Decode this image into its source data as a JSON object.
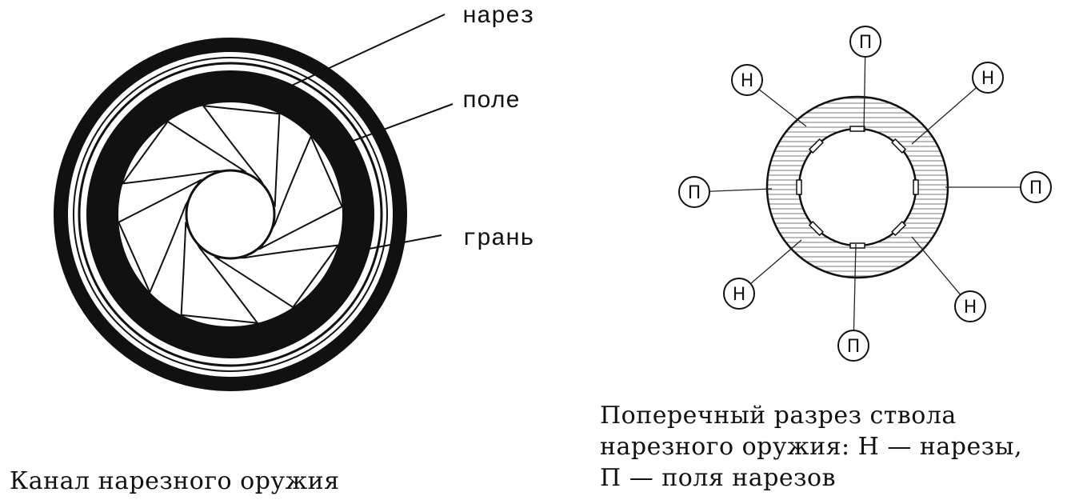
{
  "left_diagram": {
    "labels": {
      "groove": "нарез",
      "land": "поле",
      "edge": "грань"
    },
    "caption": "Канал нарезного оружия"
  },
  "right_diagram": {
    "markers": [
      {
        "id": "p-top",
        "text": "П"
      },
      {
        "id": "n-top-left",
        "text": "Н"
      },
      {
        "id": "n-top-right",
        "text": "Н"
      },
      {
        "id": "p-left",
        "text": "П"
      },
      {
        "id": "p-right",
        "text": "П"
      },
      {
        "id": "n-bottom-left",
        "text": "Н"
      },
      {
        "id": "n-bottom-right",
        "text": "Н"
      },
      {
        "id": "p-bottom",
        "text": "П"
      }
    ],
    "caption_lines": [
      "Поперечный разрез ствола",
      "нарезного оружия: Н — нарезы,",
      "П — поля нарезов"
    ]
  }
}
